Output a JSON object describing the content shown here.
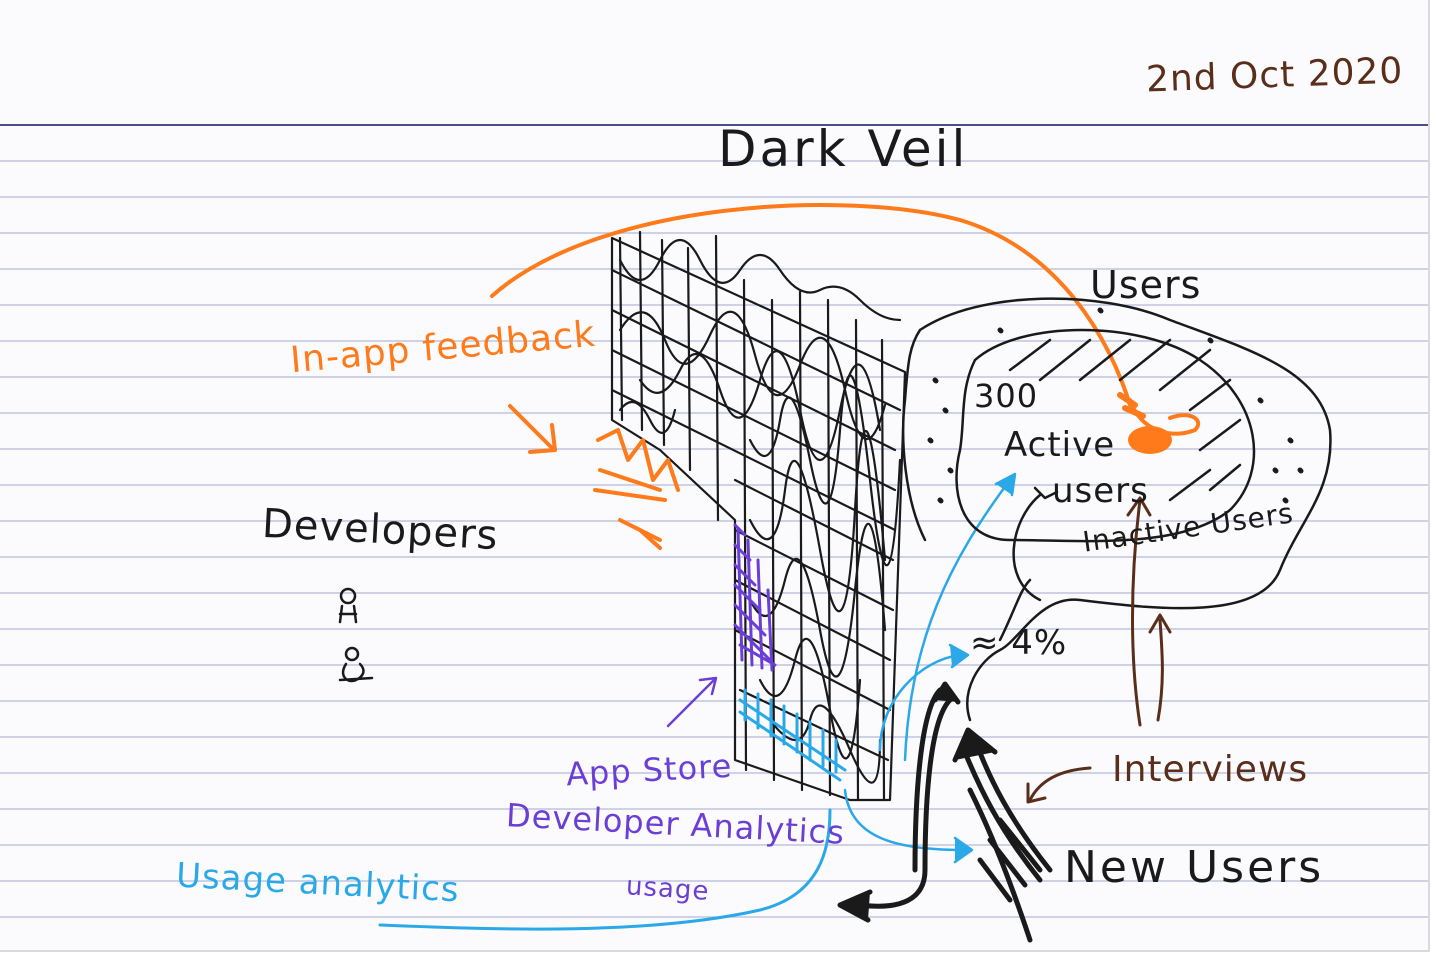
{
  "date": "2nd Oct 2020",
  "title": "Dark Veil",
  "developers": {
    "label": "Developers"
  },
  "users": {
    "label": "Users",
    "active_count": "300",
    "active_label_1": "Active",
    "active_label_2": "users",
    "inactive_label": "Inactive Users",
    "conversion": "≈ 4%"
  },
  "channels": {
    "in_app_feedback": "In-app feedback",
    "app_store_1": "App Store",
    "app_store_2": "Developer Analytics",
    "app_store_3": "usage",
    "usage_analytics": "Usage analytics",
    "interviews": "Interviews"
  },
  "new_users": "New Users",
  "colors": {
    "ink": "#1a1a1a",
    "orange": "#ff7a1a",
    "purple": "#6b3fd6",
    "blue": "#2aa8e8",
    "brown": "#5a2e1a",
    "rule": "#bfc4e0",
    "header_rule": "#4a4f86"
  }
}
